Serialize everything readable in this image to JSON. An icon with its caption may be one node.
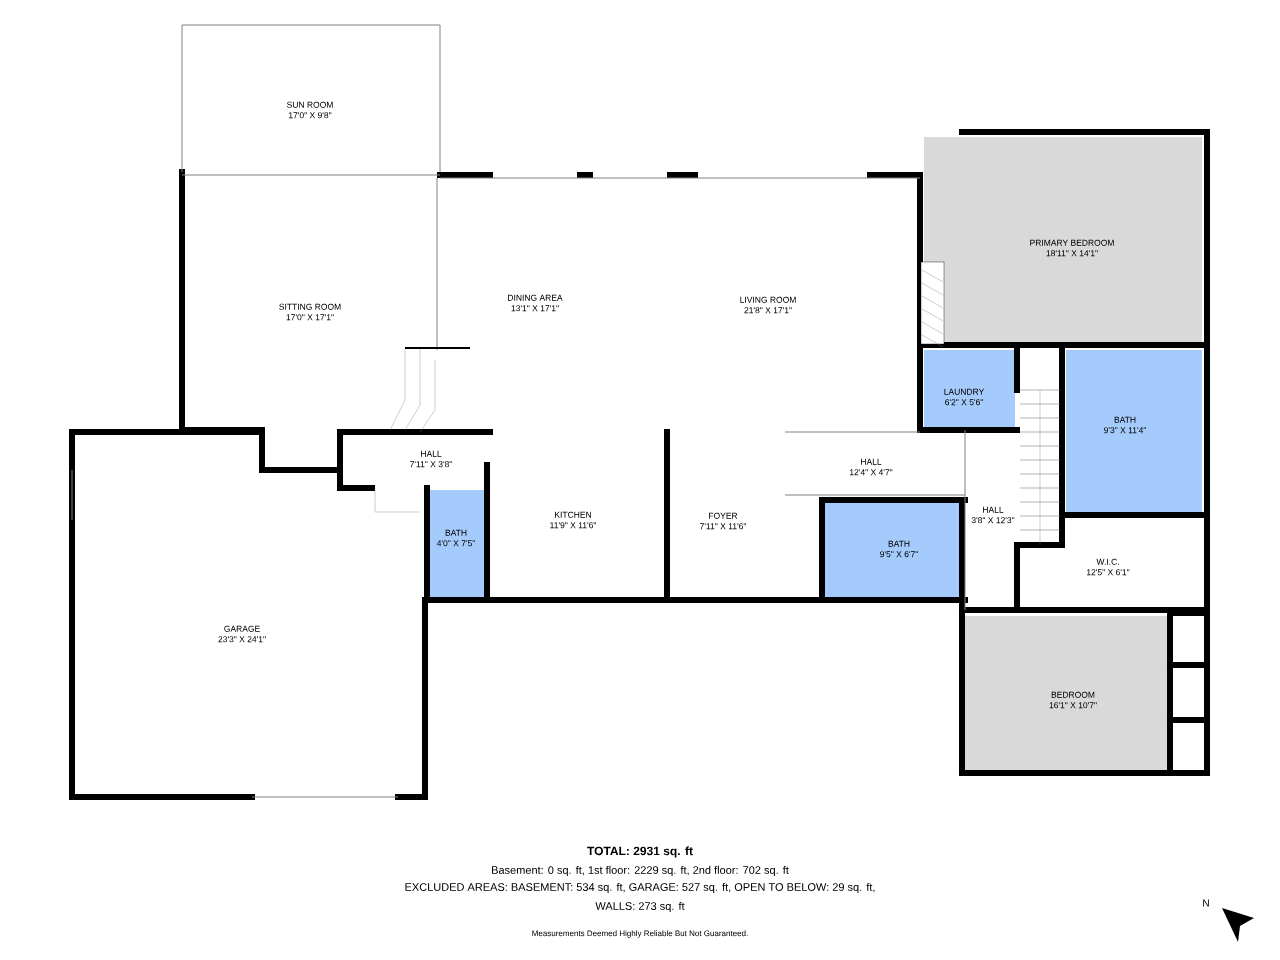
{
  "diagram": {
    "nodes": [
      {
        "text": [
          "SUN ROOM",
          "17'0\" X 9'8\""
        ]
      },
      {
        "text": [
          "SITTING ROOM",
          "17'0\" X 17'1\""
        ]
      },
      {
        "text": [
          "DINING AREA",
          "13'1\" X 17'1\""
        ]
      },
      {
        "text": [
          "LIVING ROOM",
          "21'8\" X 17'1\""
        ]
      },
      {
        "text": [
          "PRIMARY BEDROOM",
          "18'11\" X 14'1\""
        ]
      },
      {
        "text": [
          "LAUNDRY",
          "6'2\" X 5'6\""
        ]
      },
      {
        "text": [
          "BATH",
          "9'3\" X 11'4\""
        ]
      },
      {
        "text": [
          "GARAGE",
          "23'3\" X 24'1\""
        ]
      },
      {
        "text": [
          "HALL",
          "7'11\" X 3'8\""
        ]
      },
      {
        "text": [
          "BATH",
          "4'0\" X 7'5\""
        ]
      },
      {
        "text": [
          "KITCHEN",
          "11'9\" X 11'6\""
        ]
      },
      {
        "text": [
          "FOYER",
          "7'11\" X 11'6\""
        ]
      },
      {
        "text": [
          "HALL",
          "12'4\" X 4'7\""
        ]
      },
      {
        "text": [
          "BATH",
          "9'5\" X 6'7\""
        ]
      },
      {
        "text": [
          "HALL",
          "3'8\" X 12'3\""
        ]
      },
      {
        "text": [
          "W.I.C.",
          "12'5\" X 6'1\""
        ]
      },
      {
        "text": [
          "BEDROOM",
          "16'1\" X 10'7\""
        ]
      }
    ],
    "labels": [
      "TOTAL: 2931 sq. ft",
      "Basement: 0 sq. ft, 1st floor: 2229 sq. ft, 2nd floor: 702 sq. ft",
      "EXCLUDED AREAS: BASEMENT: 534 sq. ft, GARAGE: 527 sq. ft, OPEN TO BELOW: 29 sq. ft,",
      "WALLS: 273 sq. ft",
      "Measurements Deemed Highly Reliable But Not Guaranteed.",
      "N"
    ]
  }
}
